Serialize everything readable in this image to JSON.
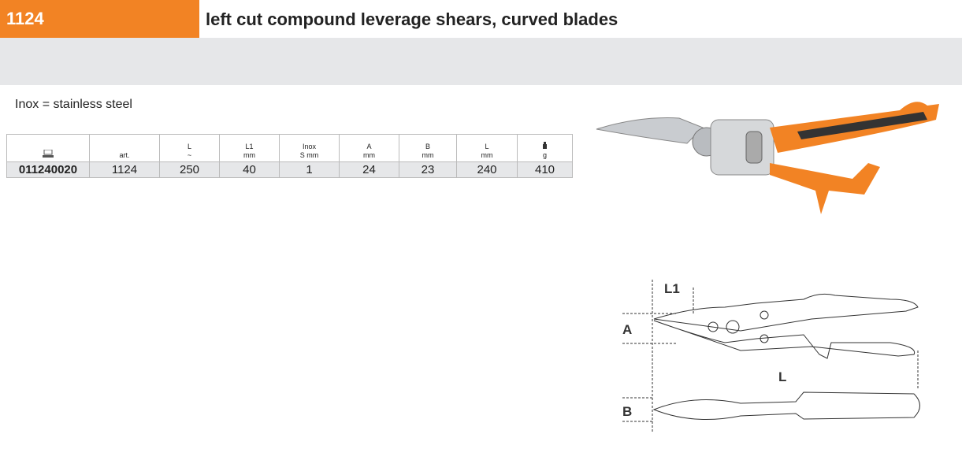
{
  "header": {
    "code": "1124",
    "title": "left cut compound leverage shears,  curved blades"
  },
  "note": "Inox = stainless steel",
  "table": {
    "headers": [
      {
        "l1": "",
        "l2": "",
        "icon": "catalog-icon"
      },
      {
        "l1": "",
        "l2": "art."
      },
      {
        "l1": "L",
        "l2": "~"
      },
      {
        "l1": "L1",
        "l2": "mm"
      },
      {
        "l1": "Inox",
        "l2": "S mm"
      },
      {
        "l1": "A",
        "l2": "mm"
      },
      {
        "l1": "B",
        "l2": "mm"
      },
      {
        "l1": "L",
        "l2": "mm"
      },
      {
        "l1": "",
        "l2": "g",
        "icon": "weight-icon"
      }
    ],
    "row": [
      "011240020",
      "1124",
      "250",
      "40",
      "1",
      "24",
      "23",
      "240",
      "410"
    ]
  },
  "diagram": {
    "labels": {
      "l1": "L1",
      "a": "A",
      "l": "L",
      "b": "B"
    }
  },
  "colors": {
    "accent": "#f28324",
    "band": "#e6e7e9"
  }
}
